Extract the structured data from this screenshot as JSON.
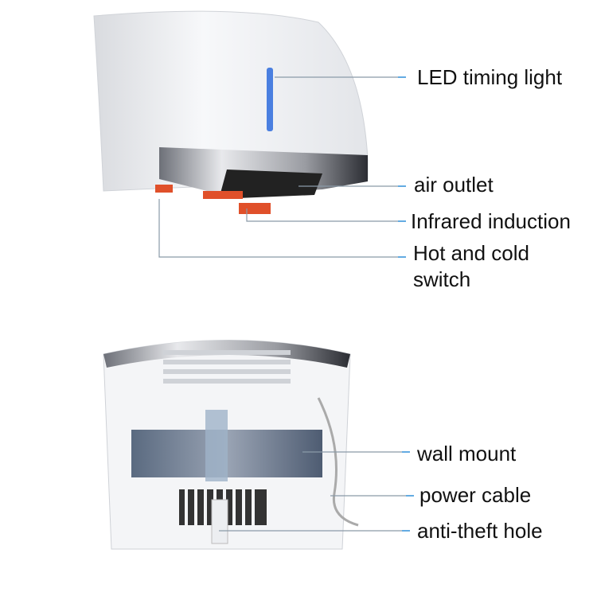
{
  "labels": {
    "led": "LED timing light",
    "outlet": "air outlet",
    "infrared": "Infrared induction",
    "switch_line1": "Hot and cold",
    "switch_line2": "switch",
    "wall_mount": "wall mount",
    "power_cable": "power cable",
    "anti_theft": "anti-theft hole"
  },
  "colors": {
    "leader_line": "#8a9aa8",
    "leader_tick": "#2f8fd8",
    "led": "#4a7fe0",
    "indicator": "#e0502a",
    "dryer_body": "#f2f3f5"
  }
}
